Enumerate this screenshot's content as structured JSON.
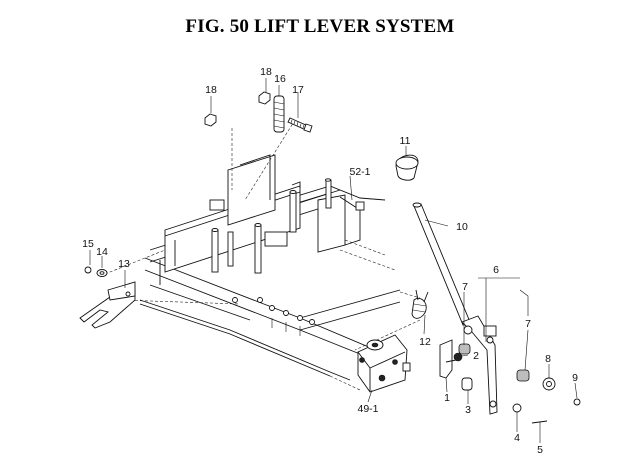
{
  "title": "FIG. 50  LIFT LEVER SYSTEM",
  "callouts": {
    "p18a": "18",
    "p18b": "18",
    "p16": "16",
    "p17": "17",
    "p52_1": "52-1",
    "p11": "11",
    "p10": "10",
    "p15": "15",
    "p14": "14",
    "p13": "13",
    "p6": "6",
    "p7a": "7",
    "p7b": "7",
    "p12": "12",
    "p2": "2",
    "p8": "8",
    "p9": "9",
    "p1": "1",
    "p3": "3",
    "p4": "4",
    "p5": "5",
    "p49_1": "49-1"
  }
}
